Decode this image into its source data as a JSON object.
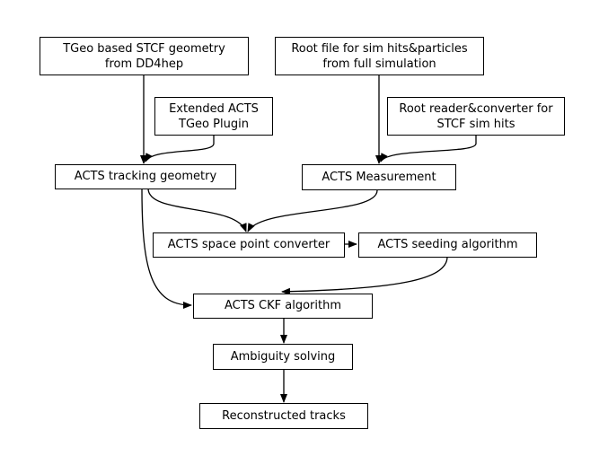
{
  "diagram": {
    "nodes": {
      "tgeo_geometry": {
        "lines": [
          "TGeo based STCF geometry",
          "from DD4hep"
        ]
      },
      "root_file": {
        "lines": [
          "Root file for sim hits&particles",
          "from full simulation"
        ]
      },
      "extended_acts": {
        "lines": [
          "Extended ACTS",
          "TGeo Plugin"
        ]
      },
      "root_reader": {
        "lines": [
          "Root reader&converter for",
          "STCF sim hits"
        ]
      },
      "tracking_geometry": {
        "label": "ACTS tracking geometry"
      },
      "measurement": {
        "label": "ACTS Measurement"
      },
      "space_point_converter": {
        "label": "ACTS space point converter"
      },
      "seeding": {
        "label": "ACTS seeding algorithm"
      },
      "ckf": {
        "label": "ACTS CKF algorithm"
      },
      "ambiguity": {
        "label": "Ambiguity solving"
      },
      "reconstructed": {
        "label": "Reconstructed tracks"
      }
    }
  }
}
